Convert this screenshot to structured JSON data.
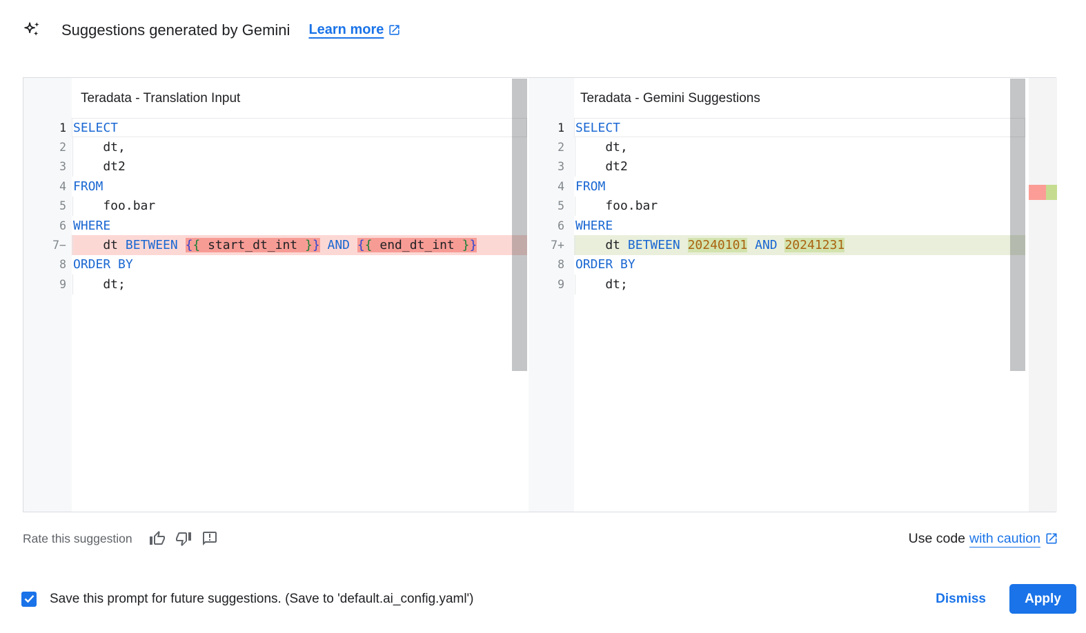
{
  "header": {
    "icon": "gemini-sparkle-icon",
    "title": "Suggestions generated by Gemini",
    "learn_more_label": "Learn more"
  },
  "panels": [
    {
      "title": "Teradata - Translation Input",
      "lines": [
        {
          "n": "1",
          "cur": true,
          "tokens": [
            [
              "kw",
              "SELECT"
            ]
          ]
        },
        {
          "n": "2",
          "ind": true,
          "tokens": [
            [
              "pl",
              "    dt,"
            ]
          ]
        },
        {
          "n": "3",
          "ind": true,
          "tokens": [
            [
              "pl",
              "    dt2"
            ]
          ]
        },
        {
          "n": "4",
          "tokens": [
            [
              "kw",
              "FROM"
            ]
          ]
        },
        {
          "n": "5",
          "ind": true,
          "tokens": [
            [
              "pl",
              "    foo.bar"
            ]
          ]
        },
        {
          "n": "6",
          "tokens": [
            [
              "kw",
              "WHERE"
            ]
          ]
        },
        {
          "n": "7",
          "sign": "−",
          "diff": "del",
          "ind": true,
          "tokens": [
            [
              "pl",
              "    dt "
            ],
            [
              "kw",
              "BETWEEN"
            ],
            [
              "pl",
              " "
            ],
            [
              "bb hl",
              "{"
            ],
            [
              "bg hl",
              "{"
            ],
            [
              "pl hl",
              " start_dt_int "
            ],
            [
              "bg hl",
              "}"
            ],
            [
              "bb hl",
              "}"
            ],
            [
              "pl",
              " "
            ],
            [
              "kw",
              "AND"
            ],
            [
              "pl",
              " "
            ],
            [
              "bb hl",
              "{"
            ],
            [
              "bg hl",
              "{"
            ],
            [
              "pl hl",
              " end_dt_int "
            ],
            [
              "bg hl",
              "}"
            ],
            [
              "bb hl",
              "}"
            ]
          ]
        },
        {
          "n": "8",
          "tokens": [
            [
              "kw",
              "ORDER BY"
            ]
          ]
        },
        {
          "n": "9",
          "ind": true,
          "tokens": [
            [
              "pl",
              "    dt;"
            ]
          ]
        }
      ]
    },
    {
      "title": "Teradata - Gemini Suggestions",
      "lines": [
        {
          "n": "1",
          "cur": true,
          "tokens": [
            [
              "kw",
              "SELECT"
            ]
          ]
        },
        {
          "n": "2",
          "ind": true,
          "tokens": [
            [
              "pl",
              "    dt,"
            ]
          ]
        },
        {
          "n": "3",
          "ind": true,
          "tokens": [
            [
              "pl",
              "    dt2"
            ]
          ]
        },
        {
          "n": "4",
          "tokens": [
            [
              "kw",
              "FROM"
            ]
          ]
        },
        {
          "n": "5",
          "ind": true,
          "tokens": [
            [
              "pl",
              "    foo.bar"
            ]
          ]
        },
        {
          "n": "6",
          "tokens": [
            [
              "kw",
              "WHERE"
            ]
          ]
        },
        {
          "n": "7",
          "sign": "+",
          "diff": "add",
          "ind": true,
          "tokens": [
            [
              "pl",
              "    dt "
            ],
            [
              "kw",
              "BETWEEN"
            ],
            [
              "pl",
              " "
            ],
            [
              "nu hl",
              "20240101"
            ],
            [
              "pl",
              " "
            ],
            [
              "kw",
              "AND"
            ],
            [
              "pl",
              " "
            ],
            [
              "nu hl",
              "20241231"
            ]
          ]
        },
        {
          "n": "8",
          "tokens": [
            [
              "kw",
              "ORDER BY"
            ]
          ]
        },
        {
          "n": "9",
          "ind": true,
          "tokens": [
            [
              "pl",
              "    dt;"
            ]
          ]
        }
      ]
    }
  ],
  "rate": {
    "label": "Rate this suggestion"
  },
  "caution": {
    "text": "Use code",
    "link": "with caution"
  },
  "footer": {
    "save_label": "Save this prompt for future suggestions. (Save to 'default.ai_config.yaml')",
    "checkbox_checked": true,
    "dismiss_label": "Dismiss",
    "apply_label": "Apply"
  },
  "colors": {
    "accent_blue": "#1a73e8",
    "keyword_blue": "#1967d2",
    "number_orange": "#a9620e",
    "bracket_outer": "#3045d1",
    "bracket_inner": "#188038",
    "diff_del_line": "#fcd8d5",
    "diff_del_char": "#f79c95",
    "diff_add_line": "#e9efdb",
    "diff_add_char": "#d3e3ae",
    "ruler_del": "#fb9d96",
    "ruler_add": "#c5dc90",
    "scrollbar_thumb": "#c1c4c7",
    "gutter_bg": "#f7f8f9",
    "container_border": "#dadce0"
  }
}
